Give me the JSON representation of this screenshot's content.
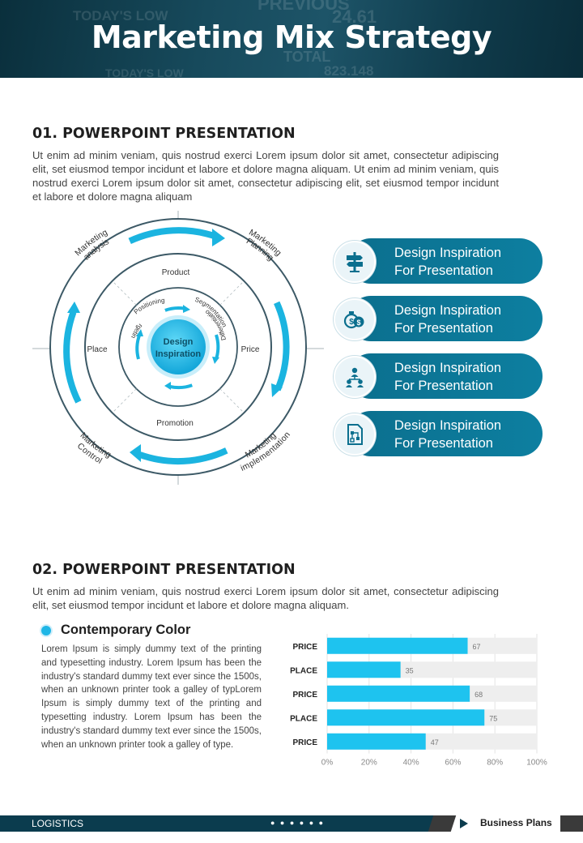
{
  "header": {
    "title": "Marketing Mix Strategy",
    "bg_text": [
      "TODAY'S LOW",
      "PREVIOUS",
      "24.61",
      "TOTAL",
      "823.148",
      "TODAY'S LOW"
    ]
  },
  "section1": {
    "title": "01.  POWERPOINT PRESENTATION",
    "body": "Ut enim ad minim veniam, quis nostrud exerci  Lorem ipsum dolor sit amet, consectetur adipiscing elit, set eiusmod tempor incidunt et labore et dolore magna aliquam. Ut enim ad minim veniam, quis nostrud exerci  Lorem ipsum dolor sit amet, consectetur adipiscing elit, set eiusmod tempor incidunt  et labore et dolore magna aliquam"
  },
  "wheel": {
    "center": [
      "Design",
      "Inspiration"
    ],
    "inner": [
      "Positioning",
      "Segmentation",
      "Targeting",
      "Differentiation"
    ],
    "middle": [
      "Product",
      "Price",
      "Promotion",
      "Place"
    ],
    "outer": [
      [
        "Marketing",
        "analysis"
      ],
      [
        "Marketing",
        "Planning"
      ],
      [
        "Marketing",
        "implementation"
      ],
      [
        "Marketing",
        "Control"
      ]
    ]
  },
  "pills": [
    {
      "line1": "Design Inspiration",
      "line2": "For Presentation",
      "icon": "signpost-icon"
    },
    {
      "line1": "Design Inspiration",
      "line2": "For Presentation",
      "icon": "money-icon"
    },
    {
      "line1": "Design Inspiration",
      "line2": "For Presentation",
      "icon": "team-icon"
    },
    {
      "line1": "Design Inspiration",
      "line2": "For Presentation",
      "icon": "flowchart-document-icon"
    }
  ],
  "section2": {
    "title": "02.  POWERPOINT PRESENTATION",
    "body": "Ut enim ad minim veniam, quis nostrud exerci  Lorem ipsum dolor sit amet, consectetur adipiscing elit, set eiusmod tempor  incidunt et labore et dolore magna aliquam."
  },
  "contemporary": {
    "title": "Contemporary Color",
    "body": "Lorem Ipsum is simply dummy text of the printing and typesetting industry. Lorem Ipsum has been the industry's standard dummy text ever since the 1500s, when an unknown printer took a galley of typLorem Ipsum is simply dummy text of the printing and typesetting industry. Lorem Ipsum has been the industry's standard dummy text ever since the 1500s, when an unknown printer took a galley of type."
  },
  "chart_data": {
    "type": "bar",
    "orientation": "horizontal",
    "categories": [
      "PRICE",
      "PLACE",
      "PRICE",
      "PLACE",
      "PRICE"
    ],
    "values": [
      67,
      35,
      68,
      75,
      47
    ],
    "xlim": [
      0,
      100
    ],
    "xticks": [
      "0%",
      "20%",
      "40%",
      "60%",
      "80%",
      "100%"
    ],
    "grid": true,
    "colors": {
      "bar": "#1ec3ef",
      "track": "#eeeeee"
    }
  },
  "footer": {
    "left_label": "LOGISTICS",
    "dots": "● ● ● ● ● ●",
    "right_label": "Business Plans"
  },
  "colors": {
    "primary": "#0b6f8e",
    "accent": "#1ec3ef",
    "dark": "#0b3c4e"
  }
}
